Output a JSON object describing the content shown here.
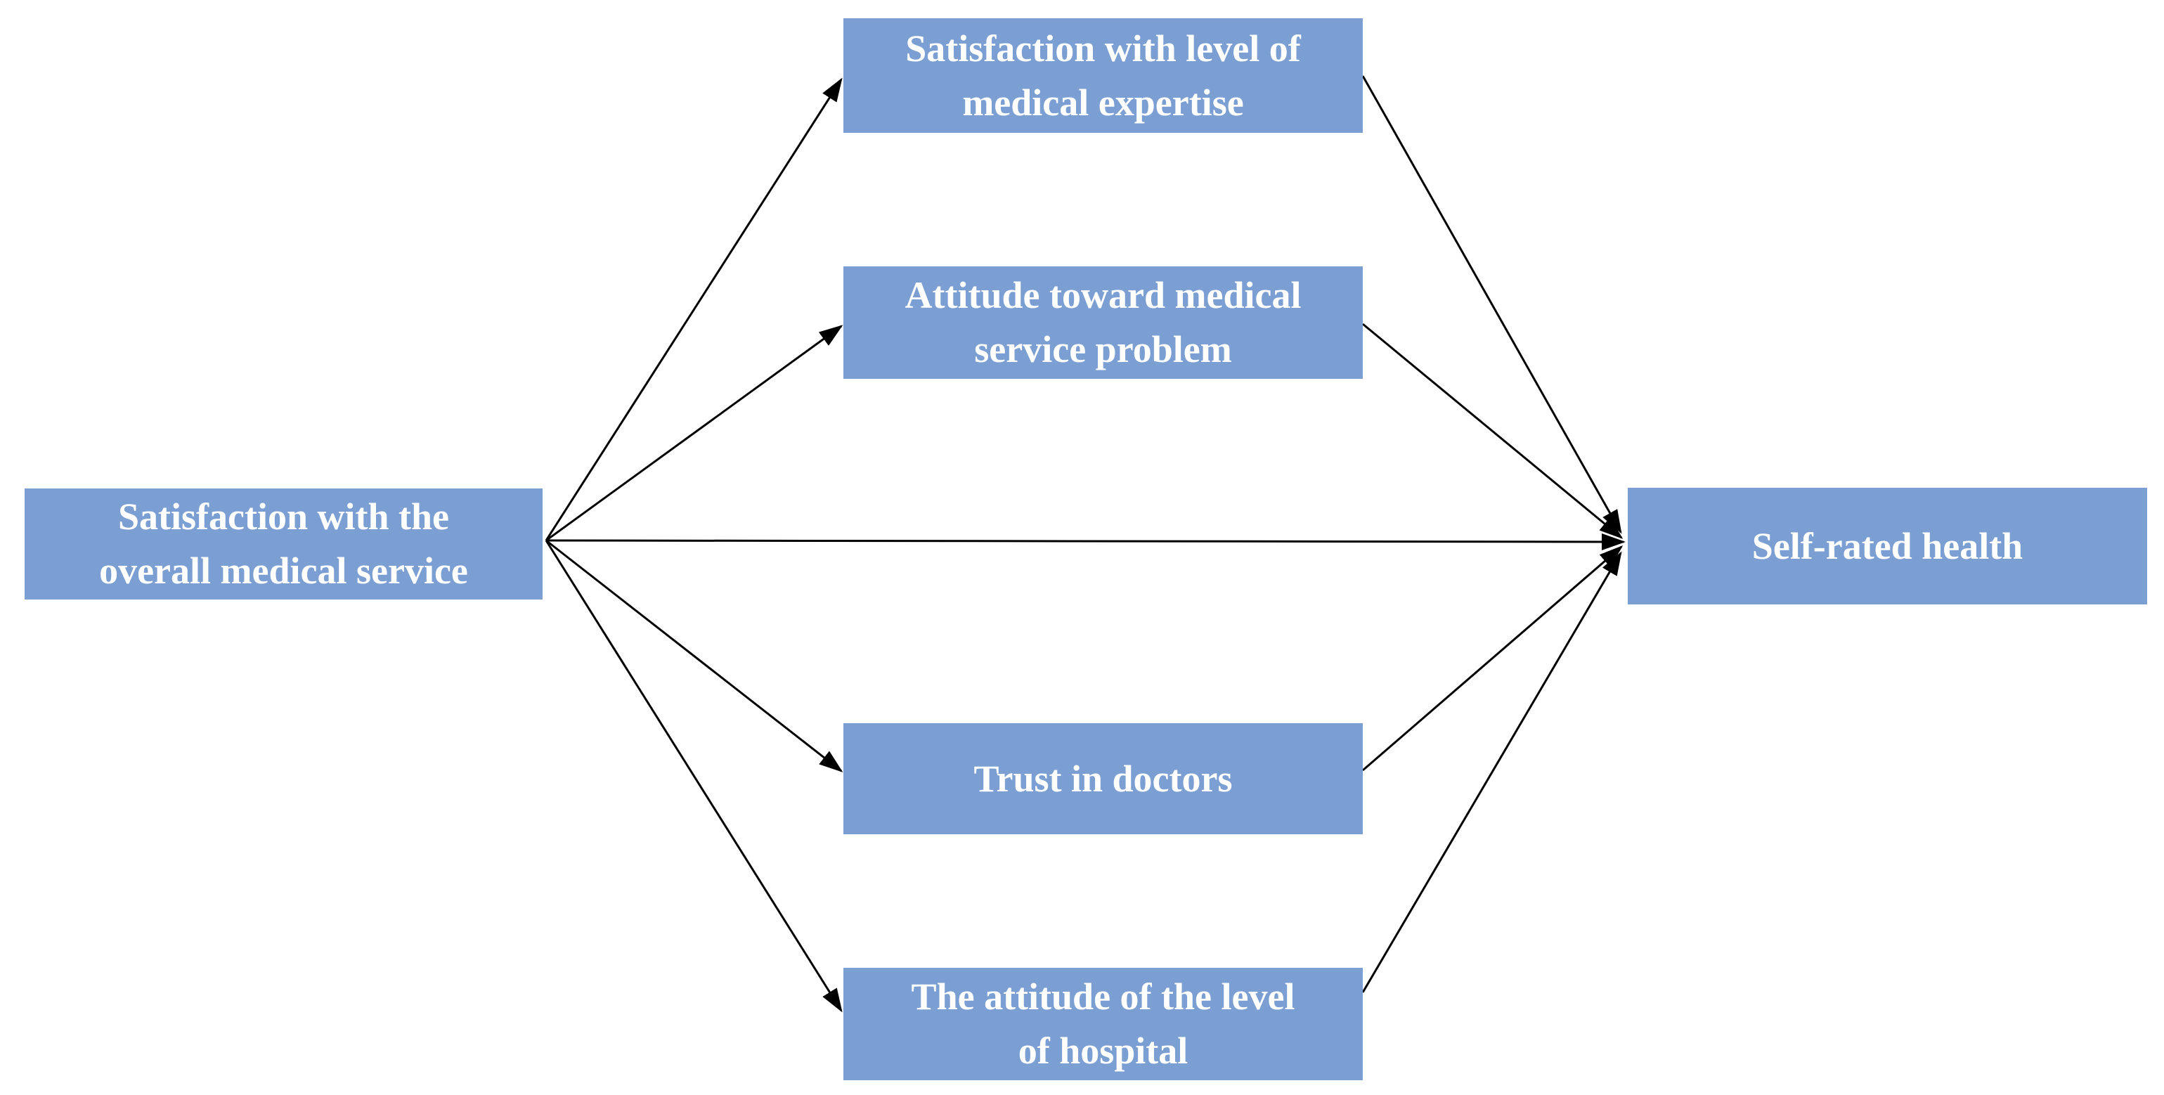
{
  "diagram": {
    "colors": {
      "background": "#ffffff",
      "node_fill": "#7c9fd3",
      "node_text": "#ffffff",
      "arrow": "#000000"
    },
    "nodes": [
      {
        "id": "overall",
        "label": "Satisfaction with the\noverall medical service"
      },
      {
        "id": "expertise",
        "label": "Satisfaction with level of\nmedical expertise"
      },
      {
        "id": "attitude_problem",
        "label": "Attitude toward medical\nservice problem"
      },
      {
        "id": "trust",
        "label": "Trust in doctors"
      },
      {
        "id": "hospital_level",
        "label": "The attitude of the level\nof hospital"
      },
      {
        "id": "srh",
        "label": "Self-rated health"
      }
    ],
    "edges": [
      {
        "from": "overall",
        "to": "expertise"
      },
      {
        "from": "overall",
        "to": "attitude_problem"
      },
      {
        "from": "overall",
        "to": "srh"
      },
      {
        "from": "overall",
        "to": "trust"
      },
      {
        "from": "overall",
        "to": "hospital_level"
      },
      {
        "from": "expertise",
        "to": "srh"
      },
      {
        "from": "attitude_problem",
        "to": "srh"
      },
      {
        "from": "trust",
        "to": "srh"
      },
      {
        "from": "hospital_level",
        "to": "srh"
      }
    ]
  }
}
